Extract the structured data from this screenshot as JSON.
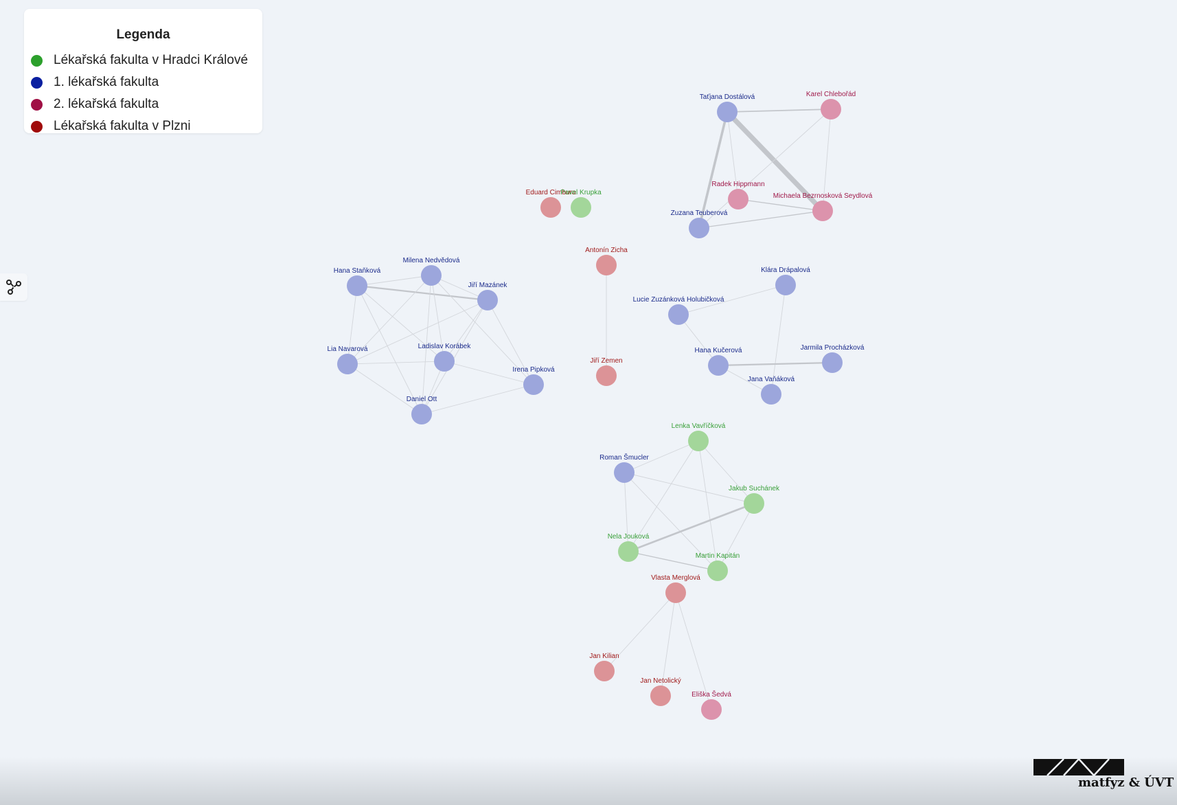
{
  "legend": {
    "title": "Legenda",
    "items": [
      {
        "label": "Lékařská fakulta v Hradci Králové",
        "color": "#2ca02c"
      },
      {
        "label": "1. lékařská fakulta",
        "color": "#0a1fa0"
      },
      {
        "label": "2. lékařská fakulta",
        "color": "#a01045"
      },
      {
        "label": "Lékařská fakulta v Plzni",
        "color": "#a00a0a"
      }
    ]
  },
  "logo": {
    "text": "matfyz & ÚVT"
  },
  "graph": {
    "label_colors": {
      "hk": "#3aa03a",
      "lf1": "#1a2a8a",
      "lf2": "#a01a4a",
      "plzen": "#a01a1a"
    },
    "fill_colors": {
      "hk": "#a3d69a",
      "lf1": "#9ca6dc",
      "lf2": "#dc93ac",
      "plzen": "#dc9397"
    },
    "nodes": [
      {
        "id": "tdostalova",
        "label": "Taťjana Dostálová",
        "group": "lf1"
      },
      {
        "id": "kchlebo",
        "label": "Karel Chlebořád",
        "group": "lf2"
      },
      {
        "id": "rhippmann",
        "label": "Radek Hippmann",
        "group": "lf2"
      },
      {
        "id": "mseydlova",
        "label": "Michaela Bezrnosková Seydlová",
        "group": "lf2"
      },
      {
        "id": "zteuberova",
        "label": "Zuzana Teuberová",
        "group": "lf1"
      },
      {
        "id": "ecimbura",
        "label": "Eduard Cimbura",
        "group": "plzen"
      },
      {
        "id": "pkrupka",
        "label": "Pavel Krupka",
        "group": "hk"
      },
      {
        "id": "azicha",
        "label": "Antonín Zicha",
        "group": "plzen"
      },
      {
        "id": "jzemen",
        "label": "Jiří Zemen",
        "group": "plzen"
      },
      {
        "id": "hstankova",
        "label": "Hana Staňková",
        "group": "lf1"
      },
      {
        "id": "mnedvedova",
        "label": "Milena Nedvědová",
        "group": "lf1"
      },
      {
        "id": "jmazanek",
        "label": "Jiří Mazánek",
        "group": "lf1"
      },
      {
        "id": "lnavarova",
        "label": "Lia Navarová",
        "group": "lf1"
      },
      {
        "id": "lkorabek",
        "label": "Ladislav Korábek",
        "group": "lf1"
      },
      {
        "id": "ipipkova",
        "label": "Irena Pipková",
        "group": "lf1"
      },
      {
        "id": "dott",
        "label": "Daniel Ott",
        "group": "lf1"
      },
      {
        "id": "kdrapalova",
        "label": "Klára Drápalová",
        "group": "lf1"
      },
      {
        "id": "lholubickova",
        "label": "Lucie Zuzánková Holubičková",
        "group": "lf1"
      },
      {
        "id": "hkucerova",
        "label": "Hana Kučerová",
        "group": "lf1"
      },
      {
        "id": "jprochazkova",
        "label": "Jarmila Procházková",
        "group": "lf1"
      },
      {
        "id": "jvalakova",
        "label": "Jana Vaňáková",
        "group": "lf1"
      },
      {
        "id": "lvavrickova",
        "label": "Lenka Vavříčková",
        "group": "hk"
      },
      {
        "id": "rsmucler",
        "label": "Roman Šmucler",
        "group": "lf1"
      },
      {
        "id": "jsuchanek",
        "label": "Jakub Suchánek",
        "group": "hk"
      },
      {
        "id": "njoukova",
        "label": "Nela Jouková",
        "group": "hk"
      },
      {
        "id": "mkapitan",
        "label": "Martin Kapitán",
        "group": "hk"
      },
      {
        "id": "vmerglova",
        "label": "Vlasta Merglová",
        "group": "plzen"
      },
      {
        "id": "jkilian",
        "label": "Jan Kilian",
        "group": "plzen"
      },
      {
        "id": "jnetolicky",
        "label": "Jan Netolický",
        "group": "plzen"
      },
      {
        "id": "esedva",
        "label": "Eliška Šedvá",
        "group": "lf2"
      }
    ],
    "edges": [
      {
        "source": "tdostalova",
        "target": "kchlebo",
        "weight": 2
      },
      {
        "source": "tdostalova",
        "target": "rhippmann",
        "weight": 1
      },
      {
        "source": "tdostalova",
        "target": "mseydlova",
        "weight": 8
      },
      {
        "source": "tdostalova",
        "target": "zteuberova",
        "weight": 4
      },
      {
        "source": "kchlebo",
        "target": "zteuberova",
        "weight": 1
      },
      {
        "source": "kchlebo",
        "target": "mseydlova",
        "weight": 1
      },
      {
        "source": "rhippmann",
        "target": "mseydlova",
        "weight": 1.5
      },
      {
        "source": "zteuberova",
        "target": "mseydlova",
        "weight": 1.5
      },
      {
        "source": "azicha",
        "target": "jzemen",
        "weight": 1
      },
      {
        "source": "hstankova",
        "target": "mnedvedova",
        "weight": 1
      },
      {
        "source": "hstankova",
        "target": "jmazanek",
        "weight": 2.5
      },
      {
        "source": "hstankova",
        "target": "lnavarova",
        "weight": 1
      },
      {
        "source": "hstankova",
        "target": "lkorabek",
        "weight": 1
      },
      {
        "source": "hstankova",
        "target": "dott",
        "weight": 1
      },
      {
        "source": "mnedvedova",
        "target": "jmazanek",
        "weight": 1
      },
      {
        "source": "mnedvedova",
        "target": "lnavarova",
        "weight": 1
      },
      {
        "source": "mnedvedova",
        "target": "lkorabek",
        "weight": 1
      },
      {
        "source": "mnedvedova",
        "target": "dott",
        "weight": 1
      },
      {
        "source": "mnedvedova",
        "target": "ipipkova",
        "weight": 1
      },
      {
        "source": "jmazanek",
        "target": "lnavarova",
        "weight": 1
      },
      {
        "source": "jmazanek",
        "target": "lkorabek",
        "weight": 1
      },
      {
        "source": "jmazanek",
        "target": "dott",
        "weight": 1
      },
      {
        "source": "jmazanek",
        "target": "ipipkova",
        "weight": 1
      },
      {
        "source": "lnavarova",
        "target": "lkorabek",
        "weight": 1
      },
      {
        "source": "lnavarova",
        "target": "dott",
        "weight": 1
      },
      {
        "source": "lkorabek",
        "target": "ipipkova",
        "weight": 1
      },
      {
        "source": "lkorabek",
        "target": "dott",
        "weight": 1
      },
      {
        "source": "dott",
        "target": "ipipkova",
        "weight": 1
      },
      {
        "source": "kdrapalova",
        "target": "lholubickova",
        "weight": 1
      },
      {
        "source": "kdrapalova",
        "target": "jvalakova",
        "weight": 1
      },
      {
        "source": "lholubickova",
        "target": "hkucerova",
        "weight": 1
      },
      {
        "source": "hkucerova",
        "target": "jprochazkova",
        "weight": 2.5
      },
      {
        "source": "hkucerova",
        "target": "jvalakova",
        "weight": 1
      },
      {
        "source": "lvavrickova",
        "target": "rsmucler",
        "weight": 1
      },
      {
        "source": "lvavrickova",
        "target": "jsuchanek",
        "weight": 1
      },
      {
        "source": "lvavrickova",
        "target": "njoukova",
        "weight": 1
      },
      {
        "source": "lvavrickova",
        "target": "mkapitan",
        "weight": 1
      },
      {
        "source": "rsmucler",
        "target": "jsuchanek",
        "weight": 1
      },
      {
        "source": "rsmucler",
        "target": "njoukova",
        "weight": 1
      },
      {
        "source": "rsmucler",
        "target": "mkapitan",
        "weight": 1
      },
      {
        "source": "jsuchanek",
        "target": "njoukova",
        "weight": 3
      },
      {
        "source": "jsuchanek",
        "target": "mkapitan",
        "weight": 1
      },
      {
        "source": "njoukova",
        "target": "mkapitan",
        "weight": 1.5
      },
      {
        "source": "vmerglova",
        "target": "jkilian",
        "weight": 1
      },
      {
        "source": "vmerglova",
        "target": "jnetolicky",
        "weight": 1
      },
      {
        "source": "vmerglova",
        "target": "esedva",
        "weight": 1
      }
    ]
  }
}
